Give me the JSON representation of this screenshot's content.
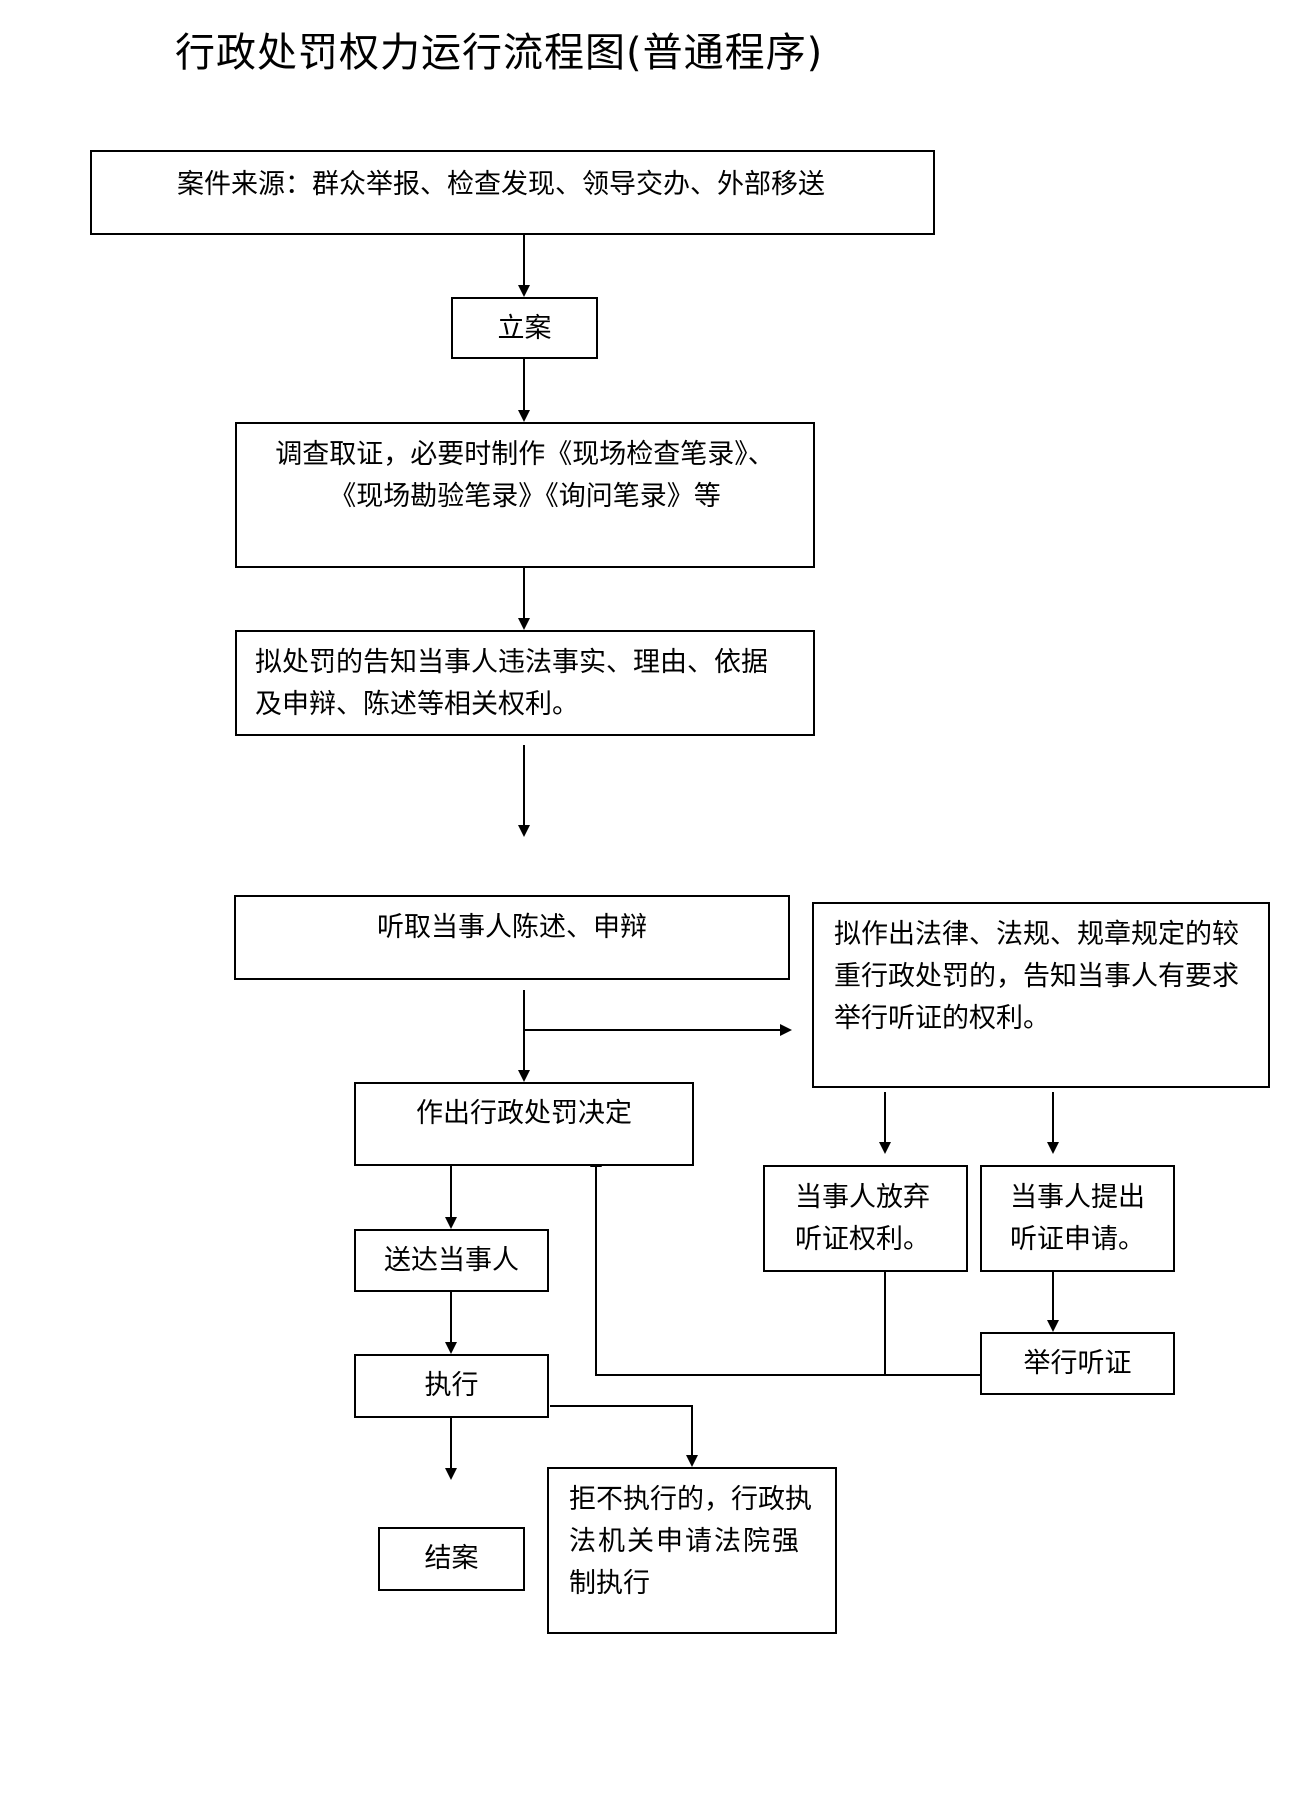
{
  "title": "行政处罚权力运行流程图(普通程序)",
  "nodes": {
    "source": "案件来源：群众举报、检查发现、领导交办、外部移送",
    "filing": "立案",
    "investigate_line1": "调查取证，必要时制作《现场检查笔录》、",
    "investigate_line2": "《现场勘验笔录》《询问笔录》等",
    "notify_line1": "拟处罚的告知当事人违法事实、理由、依据",
    "notify_line2": "及申辩、陈述等相关权利。",
    "hear_statement": "听取当事人陈述、申辩",
    "serious_line1": "拟作出法律、法规、规章规定的较",
    "serious_line2": "重行政处罚的，告知当事人有要求",
    "serious_line3": "举行听证的权利。",
    "decision": "作出行政处罚决定",
    "waive_line1": "当事人放弃",
    "waive_line2": "听证权利。",
    "request_line1": "当事人提出",
    "request_line2": "听证申请。",
    "hold_hearing": "举行听证",
    "deliver": "送达当事人",
    "execute": "执行",
    "refuse_line1": "拒不执行的，行政执",
    "refuse_line2": "法机关申请法院强",
    "refuse_line3": "制执行",
    "close": "结案"
  }
}
